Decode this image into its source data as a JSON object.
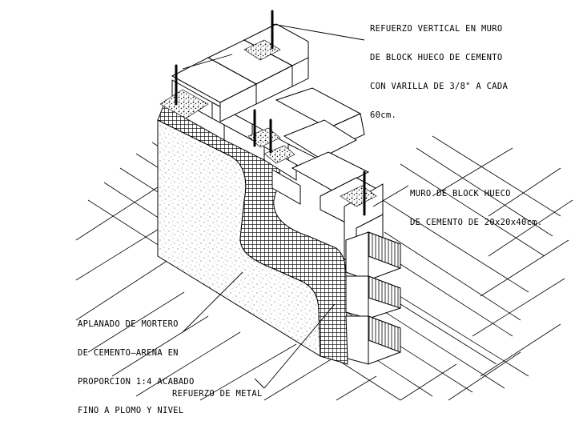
{
  "labels": {
    "vertical_reinforcement": {
      "line1": "REFUERZO VERTICAL EN MURO",
      "line2": "DE BLOCK HUECO DE CEMENTO",
      "line3": "CON VARILLA DE 3/8\" A CADA",
      "line4": "60cm."
    },
    "block_wall": {
      "line1": "MURO DE BLOCK HUECO",
      "line2": "DE CEMENTO DE 20x20x40cm."
    },
    "plaster": {
      "line1": "APLANADO DE MORTERO",
      "line2": "DE CEMENTO—ARENA EN",
      "line3": "PROPORCION 1:4 ACABADO",
      "line4": "FINO A PLOMO Y NIVEL"
    },
    "metal_mesh": {
      "line1": "REFUERZO DE METAL"
    }
  },
  "colors": {
    "ink": "#000000",
    "paper": "#ffffff"
  }
}
